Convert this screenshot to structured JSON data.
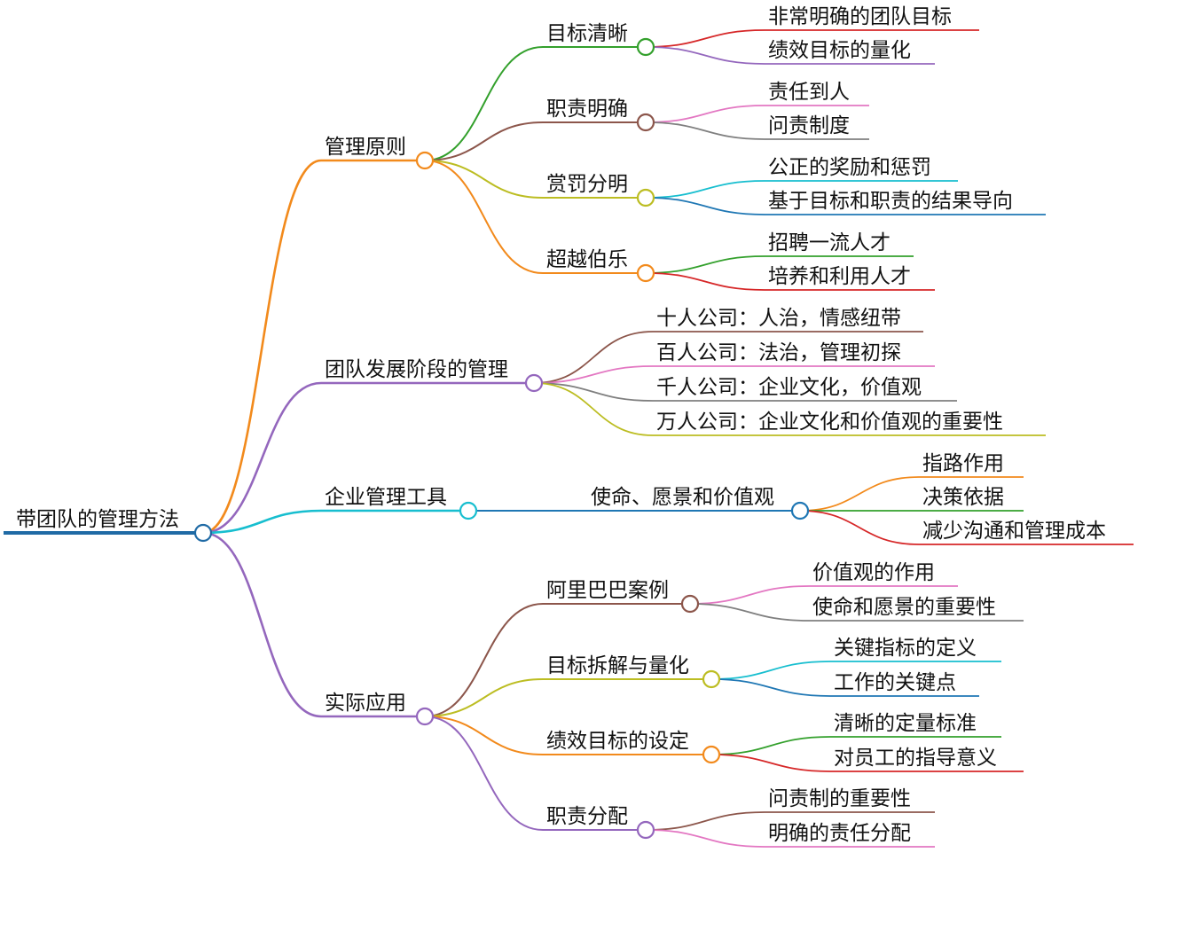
{
  "root": {
    "label": "带团队的管理方法",
    "color": "#1f6aa5"
  },
  "branches": [
    {
      "label": "管理原则",
      "color": "#f28a1c",
      "children": [
        {
          "label": "目标清晰",
          "color": "#33a02c",
          "leaves": [
            {
              "label": "非常明确的团队目标",
              "color": "#d62728"
            },
            {
              "label": "绩效目标的量化",
              "color": "#9467bd"
            }
          ]
        },
        {
          "label": "职责明确",
          "color": "#8c564b",
          "leaves": [
            {
              "label": "责任到人",
              "color": "#e377c2"
            },
            {
              "label": "问责制度",
              "color": "#7f7f7f"
            }
          ]
        },
        {
          "label": "赏罚分明",
          "color": "#bcbd22",
          "leaves": [
            {
              "label": "公正的奖励和惩罚",
              "color": "#17becf"
            },
            {
              "label": "基于目标和职责的结果导向",
              "color": "#1f77b4"
            }
          ]
        },
        {
          "label": "超越伯乐",
          "color": "#f28a1c",
          "leaves": [
            {
              "label": "招聘一流人才",
              "color": "#33a02c"
            },
            {
              "label": "培养和利用人才",
              "color": "#d62728"
            }
          ]
        }
      ]
    },
    {
      "label": "团队发展阶段的管理",
      "color": "#9467bd",
      "leaves": [
        {
          "label": "十人公司：人治，情感纽带",
          "color": "#8c564b"
        },
        {
          "label": "百人公司：法治，管理初探",
          "color": "#e377c2"
        },
        {
          "label": "千人公司：企业文化，价值观",
          "color": "#7f7f7f"
        },
        {
          "label": "万人公司：企业文化和价值观的重要性",
          "color": "#bcbd22"
        }
      ]
    },
    {
      "label": "企业管理工具",
      "color": "#17becf",
      "children": [
        {
          "label": "使命、愿景和价值观",
          "color": "#1f77b4",
          "leaves": [
            {
              "label": "指路作用",
              "color": "#f28a1c"
            },
            {
              "label": "决策依据",
              "color": "#33a02c"
            },
            {
              "label": "减少沟通和管理成本",
              "color": "#d62728"
            }
          ]
        }
      ]
    },
    {
      "label": "实际应用",
      "color": "#9467bd",
      "children": [
        {
          "label": "阿里巴巴案例",
          "color": "#8c564b",
          "leaves": [
            {
              "label": "价值观的作用",
              "color": "#e377c2"
            },
            {
              "label": "使命和愿景的重要性",
              "color": "#7f7f7f"
            }
          ]
        },
        {
          "label": "目标拆解与量化",
          "color": "#bcbd22",
          "leaves": [
            {
              "label": "关键指标的定义",
              "color": "#17becf"
            },
            {
              "label": "工作的关键点",
              "color": "#1f77b4"
            }
          ]
        },
        {
          "label": "绩效目标的设定",
          "color": "#f28a1c",
          "leaves": [
            {
              "label": "清晰的定量标准",
              "color": "#33a02c"
            },
            {
              "label": "对员工的指导意义",
              "color": "#d62728"
            }
          ]
        },
        {
          "label": "职责分配",
          "color": "#9467bd",
          "leaves": [
            {
              "label": "问责制的重要性",
              "color": "#8c564b"
            },
            {
              "label": "明确的责任分配",
              "color": "#e377c2"
            }
          ]
        }
      ]
    }
  ]
}
